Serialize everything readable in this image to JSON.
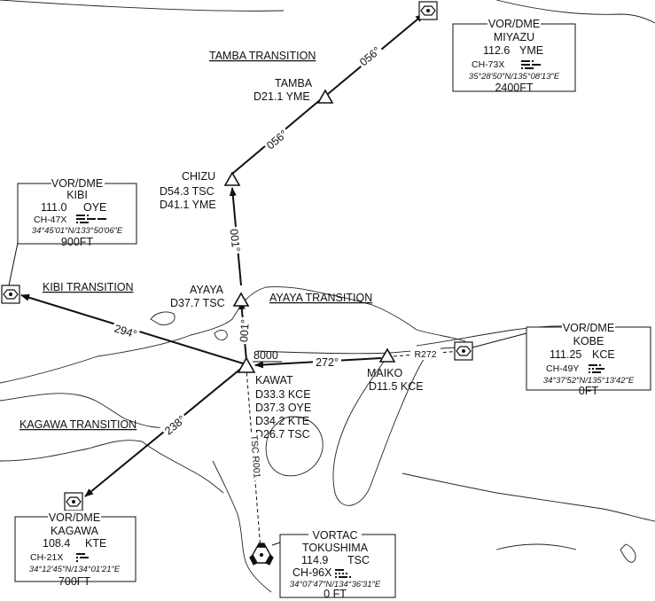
{
  "transitions": {
    "tamba": "TAMBA TRANSITION",
    "kibi": "KIBI TRANSITION",
    "ayaya": "AYAYA TRANSITION",
    "kagawa": "KAGAWA TRANSITION"
  },
  "fixes": {
    "tamba": {
      "name": "TAMBA",
      "lines": [
        "D21.1 YME"
      ]
    },
    "chizu": {
      "name": "CHIZU",
      "lines": [
        "D54.3 TSC",
        "D41.1 YME"
      ]
    },
    "ayaya": {
      "name": "AYAYA",
      "lines": [
        "D37.7 TSC"
      ]
    },
    "kawat": {
      "name": "KAWAT",
      "altitude": "8000",
      "lines": [
        "D33.3 KCE",
        "D37.3 OYE",
        "D34.2 KTE",
        "D26.7 TSC"
      ]
    },
    "maiko": {
      "name": "MAIKO",
      "lines": [
        "D11.5 KCE"
      ]
    }
  },
  "courses": {
    "kawat_ayaya": "001°",
    "ayaya_chizu": "001°",
    "chizu_tamba": "056°",
    "tamba_miyazu": "056°",
    "kawat_kibi": "294°",
    "maiko_kawat": "272°",
    "kawat_kagawa": "238°",
    "kobe_radial": "R272",
    "tsc_radial": "TSC R001"
  },
  "navaids": {
    "miyazu": {
      "type": "VOR/DME",
      "name": "MIYAZU",
      "freq": "112.6",
      "ident": "YME",
      "channel": "CH-73X",
      "coords": "35°28′50″N/135°08′13″E",
      "elevation": "2400FT"
    },
    "kibi": {
      "type": "VOR/DME",
      "name": "KIBI",
      "freq": "111.0",
      "ident": "OYE",
      "channel": "CH-47X",
      "coords": "34°45′01″N/133°50′06″E",
      "elevation": "900FT"
    },
    "kobe": {
      "type": "VOR/DME",
      "name": "KOBE",
      "freq": "111.25",
      "ident": "KCE",
      "channel": "CH-49Y",
      "coords": "34°37′52″N/135°13′42″E",
      "elevation": "0FT"
    },
    "kagawa": {
      "type": "VOR/DME",
      "name": "KAGAWA",
      "freq": "108.4",
      "ident": "KTE",
      "channel": "CH-21X",
      "coords": "34°12′45″N/134°01′21″E",
      "elevation": "700FT"
    },
    "tokushima": {
      "type": "VORTAC",
      "name": "TOKUSHIMA",
      "freq": "114.9",
      "ident": "TSC",
      "channel": "CH-96X",
      "coords": "34°07′47″N/134°36′31″E",
      "elevation": "0 FT"
    }
  }
}
